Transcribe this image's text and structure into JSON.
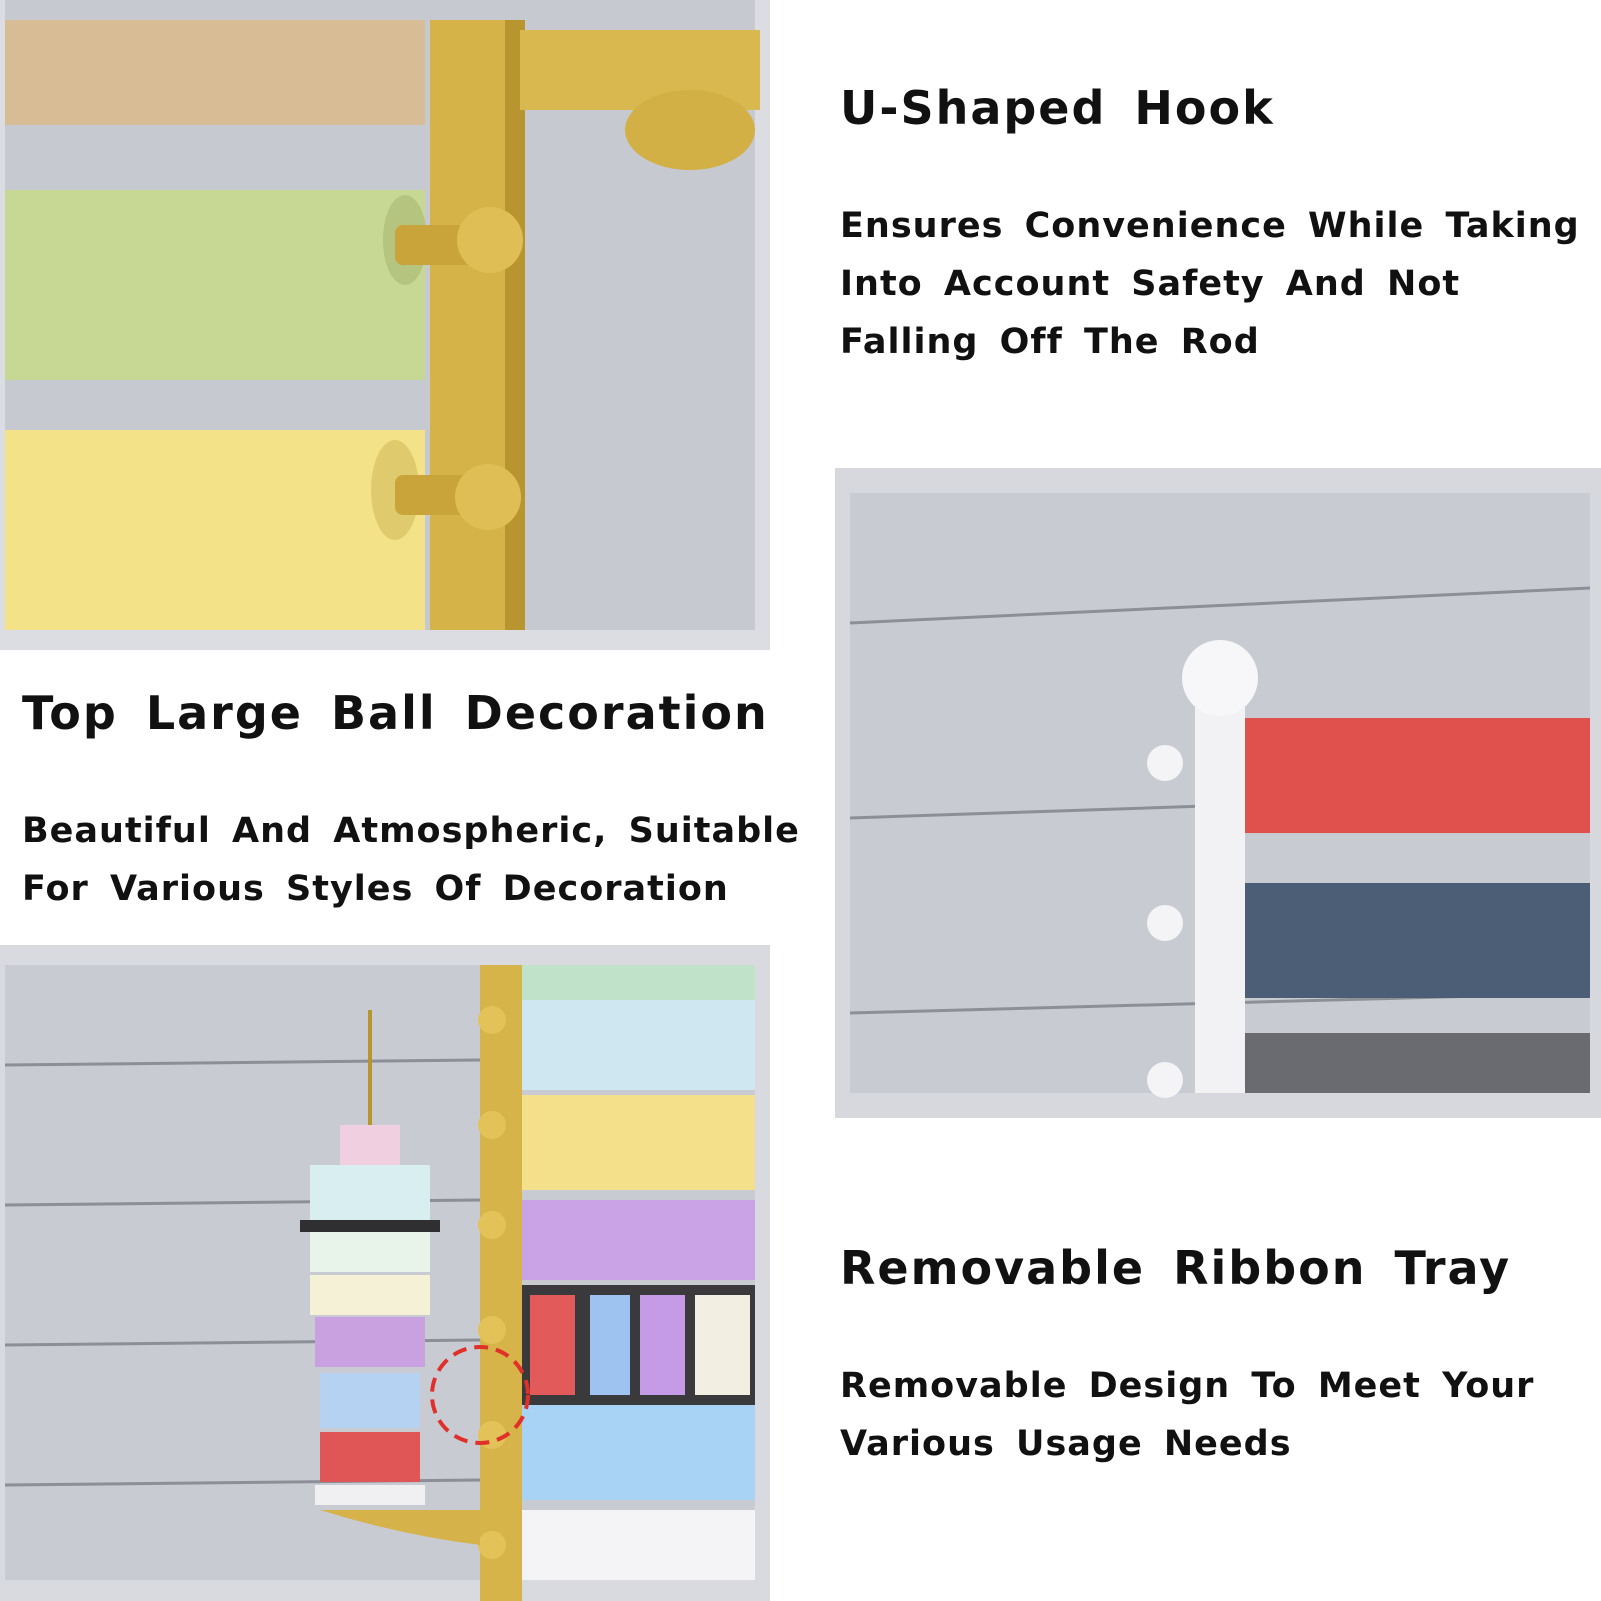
{
  "features": [
    {
      "title": "U-Shaped Hook",
      "description_lines": [
        "Ensures Convenience While Taking",
        "Into Account Safety And Not",
        "Falling Off The Rod"
      ]
    },
    {
      "title": "Top Large Ball Decoration",
      "description_lines": [
        "Beautiful And Atmospheric, Suitable",
        "For Various Styles Of Decoration"
      ]
    },
    {
      "title": "Removable Ribbon Tray",
      "description_lines": [
        "Removable Design To Meet Your",
        "Various Usage Needs"
      ]
    }
  ],
  "colors": {
    "text": "#111111",
    "wall": "#c9cbd3",
    "gold": "#d8b64a",
    "callout": "#e0302a"
  }
}
